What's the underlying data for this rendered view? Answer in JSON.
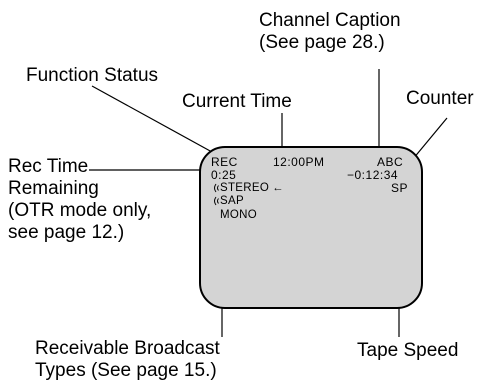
{
  "callouts": {
    "channel_caption": [
      "Channel  Caption",
      "(See page 28.)"
    ],
    "function_status": "Function Status",
    "current_time": "Current Time",
    "counter": "Counter",
    "rec_time_remaining": [
      "Rec Time",
      "Remaining",
      "(OTR mode only,",
      "see page 12.)"
    ],
    "receivable_broadcast_types": [
      "Receivable  Broadcast",
      "Types (See page 15.)"
    ],
    "tape_speed": "Tape  Speed"
  },
  "screen": {
    "function_status": "REC",
    "current_time": "12:00PM",
    "channel_caption": "ABC",
    "rec_time_remaining": "0:25",
    "counter": "−0:12:34",
    "tape_speed": "SP",
    "broadcast_types": {
      "stereo": "STEREO",
      "stereo_arrow": "←",
      "sap": "SAP",
      "mono": "MONO"
    }
  },
  "colors": {
    "screen_background": "#d4d4d4",
    "lines_and_text": "#000000"
  },
  "icons": {
    "broadcast_indicator": "broadcast-wave-icon"
  }
}
